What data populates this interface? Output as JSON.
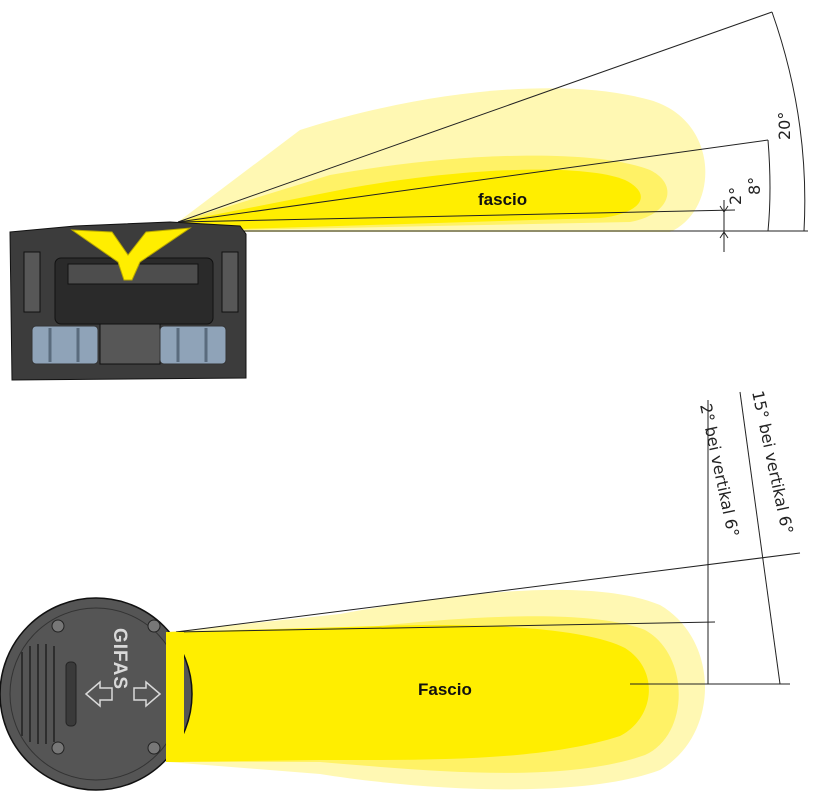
{
  "top_view": {
    "beam_label": "fascio",
    "angles": {
      "narrow": "2°",
      "medium": "8°",
      "wide": "20°"
    }
  },
  "bottom_view": {
    "beam_label": "Fascio",
    "angles": {
      "narrow": "2° bei vertikal 6°",
      "wide": "15° bei vertikal 6°"
    },
    "logo": "GIFAS"
  },
  "colors": {
    "beam_core": "#ffee00",
    "beam_mid": "#fff266",
    "beam_halo": "#fff8b3",
    "housing_dark": "#3c3c3c",
    "housing_mid": "#575757",
    "steel": "#8fa3b8",
    "line": "#222222"
  }
}
